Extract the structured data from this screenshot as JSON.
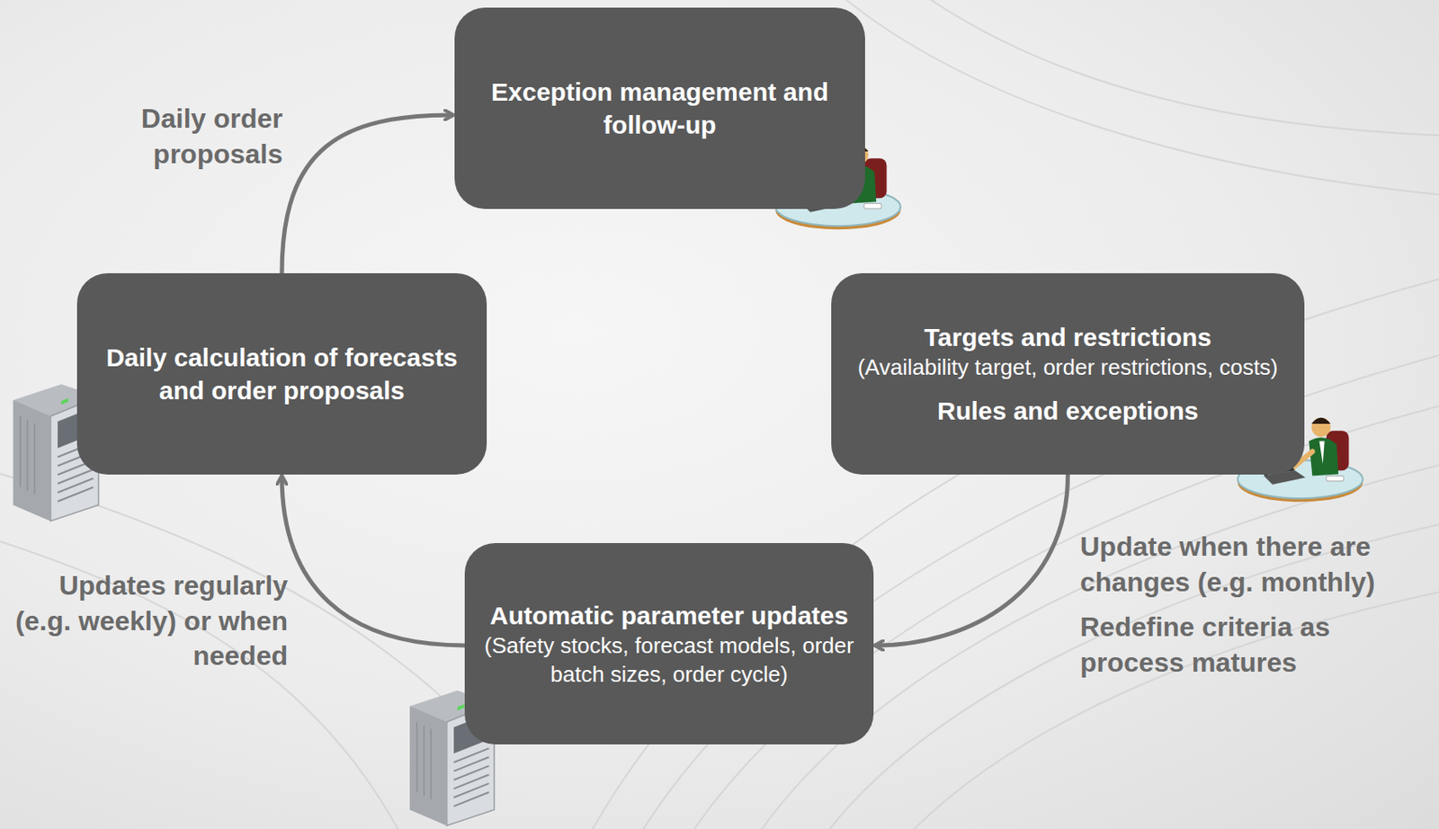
{
  "diagram": {
    "nodes": [
      {
        "text": [
          "Exception management and follow-up"
        ]
      },
      {
        "text": [
          "Targets and restrictions",
          "(Availability target, order restrictions, costs)",
          "Rules and exceptions"
        ]
      },
      {
        "text": [
          "Automatic parameter updates",
          "(Safety stocks, forecast models, order batch sizes, order cycle)"
        ]
      },
      {
        "text": [
          "Daily calculation of forecasts and order proposals"
        ]
      }
    ],
    "edges": [
      {
        "from": 1,
        "to": 2,
        "arrow": "to"
      },
      {
        "from": 2,
        "to": 3,
        "arrow": "to"
      },
      {
        "from": 3,
        "to": 0,
        "arrow": "to"
      }
    ],
    "labels": [
      "Daily order proposals",
      "Updates regularly (e.g. weekly) or when needed",
      "Update when there are changes (e.g. monthly)",
      "Redefine criteria as process matures"
    ]
  }
}
